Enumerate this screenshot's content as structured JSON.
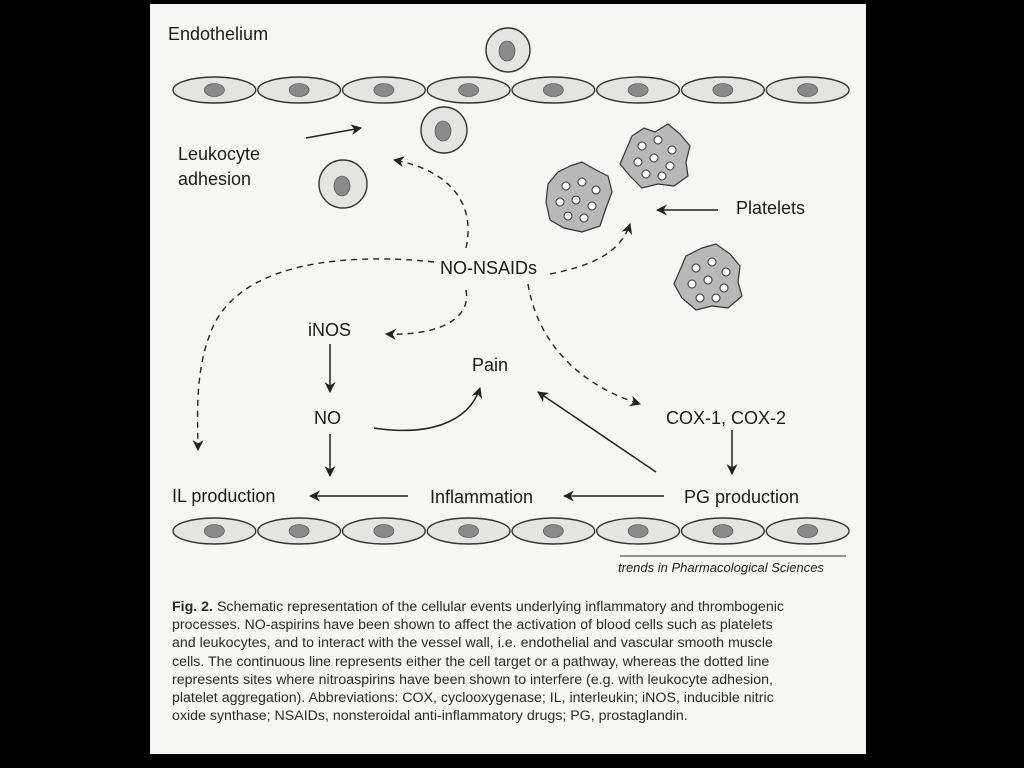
{
  "labels": {
    "endothelium": "Endothelium",
    "leukocyte_line1": "Leukocyte",
    "leukocyte_line2": "adhesion",
    "platelets": "Platelets",
    "no_nsaids": "NO-NSAIDs",
    "inos": "iNOS",
    "no": "NO",
    "pain": "Pain",
    "cox": "COX-1, COX-2",
    "il_production": "IL production",
    "inflammation": "Inflammation",
    "pg_production": "PG production",
    "credit": "trends in Pharmacological Sciences"
  },
  "caption": {
    "fig_label": "Fig. 2.",
    "lines": [
      " Schematic representation of the cellular events underlying inflammatory and thrombogenic",
      "processes. NO-aspirins have been shown to affect the activation of blood cells such as platelets",
      "and leukocytes, and to interact with the vessel wall, i.e. endothelial and vascular smooth muscle",
      "cells. The continuous line represents either the cell target or a pathway, whereas the dotted line",
      "represents sites where nitroaspirins have been shown to interfere (e.g. with leukocyte adhesion,",
      "platelet aggregation). Abbreviations: COX, cyclooxygenase; IL, interleukin; iNOS, inducible nitric",
      "oxide synthase; NSAIDs, nonsteroidal anti-inflammatory drugs; PG, prostaglandin."
    ]
  },
  "colors": {
    "background": "#000000",
    "page": "#f6f6f4",
    "ink": "#1a1a1a",
    "cell_fill": "#e4e4e2",
    "nucleus": "#8a8a8a",
    "platelet_fill": "#b8b8b8"
  }
}
